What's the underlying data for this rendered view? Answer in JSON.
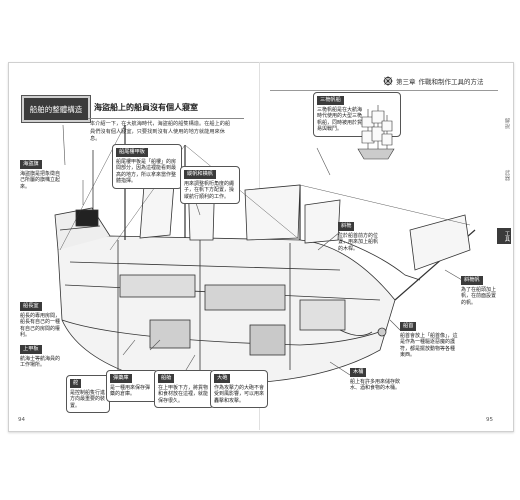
{
  "header": {
    "chapter": "第三章",
    "chapter_title": "作戰和制作工具的方法"
  },
  "section": {
    "title": "船舶的整體構造",
    "subtitle": "海盜船上的船員沒有個人寢室",
    "intro": "本介紹一下，在大航海時代，海盜船的船隻構造。在船上的船員們沒有個人寢室，只要找到沒有人使用的地方就能用來休息。"
  },
  "side_tabs": [
    "解說",
    "武器",
    "工具"
  ],
  "active_tab": "工具",
  "callouts": {
    "captain_room": {
      "tag": "船長室",
      "text": "船長的專用房間，船長有自己的一種有自己的房間的權利。"
    },
    "pirate_flag": {
      "tag": "海盜旗",
      "text": "海盜旗是把象徵自己所屬的旗幟立起來。"
    },
    "deck_cabin": {
      "tag": "船尾樓甲板",
      "text": "船尾樓甲板是「船樓」的房間部分，因為這裡能看到最高的地方，所以拿來當作整體指揮。"
    },
    "upper_deck": {
      "tag": "上甲板",
      "text": "航海士等航海員的工作場所。"
    },
    "rudder": {
      "tag": "舵",
      "text": "是控制船隻行進方向最重要的裝置。"
    },
    "guns": {
      "tag": "大砲",
      "text": "作為攻擊力的大砲不會受到風影響，可以用來轟擊和攻擊。"
    },
    "sails": {
      "tag": "縱帆和橫帆",
      "text": "用來調整帆桁角度的繩子，在帆下方配置，操縱航行順利的工作。"
    },
    "storage": {
      "tag": "船艙",
      "text": "在上甲板下方，將貨物和食材放在這裡，就能保存很久。"
    },
    "hold": {
      "tag": "彈藥庫",
      "text": "是一種用來保存彈藥的倉庫。"
    },
    "anchor": {
      "tag": "錨",
      "text": "是用來停泊船的工具。"
    },
    "figurehead": {
      "tag": "船首",
      "text": "船首會放上「船首像」，這是作為一種驅逐惡魔的護符，都是擺放動物等各種東西。"
    },
    "bow_sail": {
      "tag": "斜桅帆",
      "text": "為了在船頭加上帆，在前面設置的帆。"
    },
    "bowsprit": {
      "tag": "斜桅",
      "text": "位於船首前方的位置，用來加上船帆的木桿。"
    },
    "wood": {
      "tag": "木桶",
      "text": "船上有許多用來儲存飲水、酒和食物的木桶。"
    }
  },
  "inset": {
    "tag": "三桅帆船",
    "text": "三桅帆船是在大航海時代使用的大型三桅帆船，同時被用於貿易與戰鬥。"
  },
  "page_numbers": {
    "left": "94",
    "right": "95"
  }
}
